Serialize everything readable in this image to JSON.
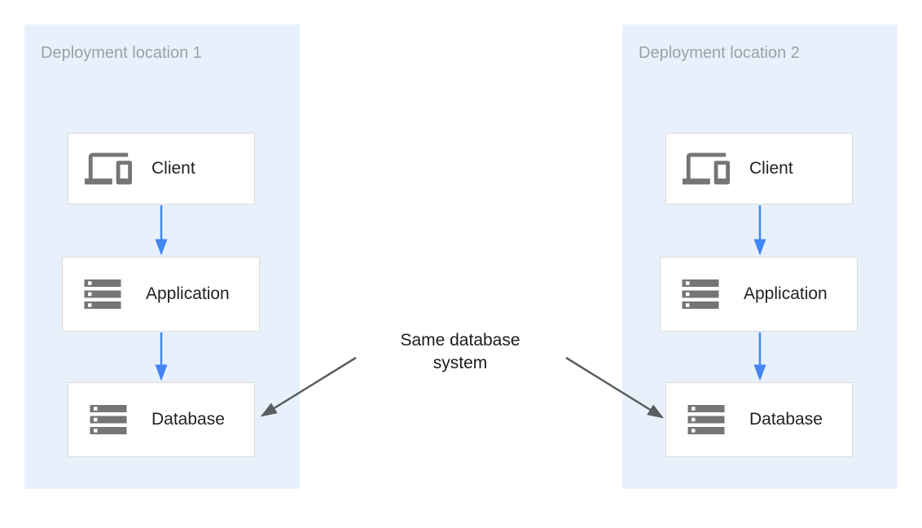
{
  "diagram": {
    "panels": [
      {
        "title": "Deployment location 1",
        "nodes": [
          {
            "label": "Client",
            "icon": "devices-icon"
          },
          {
            "label": "Application",
            "icon": "server-stack-icon"
          },
          {
            "label": "Database",
            "icon": "server-stack-icon"
          }
        ]
      },
      {
        "title": "Deployment location 2",
        "nodes": [
          {
            "label": "Client",
            "icon": "devices-icon"
          },
          {
            "label": "Application",
            "icon": "server-stack-icon"
          },
          {
            "label": "Database",
            "icon": "server-stack-icon"
          }
        ]
      }
    ],
    "annotation": {
      "label": "Same database system"
    },
    "colors": {
      "panel_background": "#e8f1fb",
      "panel_title": "#9aa0a6",
      "node_background": "#ffffff",
      "node_border": "#d9dadb",
      "node_label": "#212121",
      "icon_gray": "#757575",
      "flow_arrow_blue": "#4285f4",
      "annotation_arrow_gray": "#5b5e61",
      "annotation_text": "#1a1a1a"
    }
  }
}
